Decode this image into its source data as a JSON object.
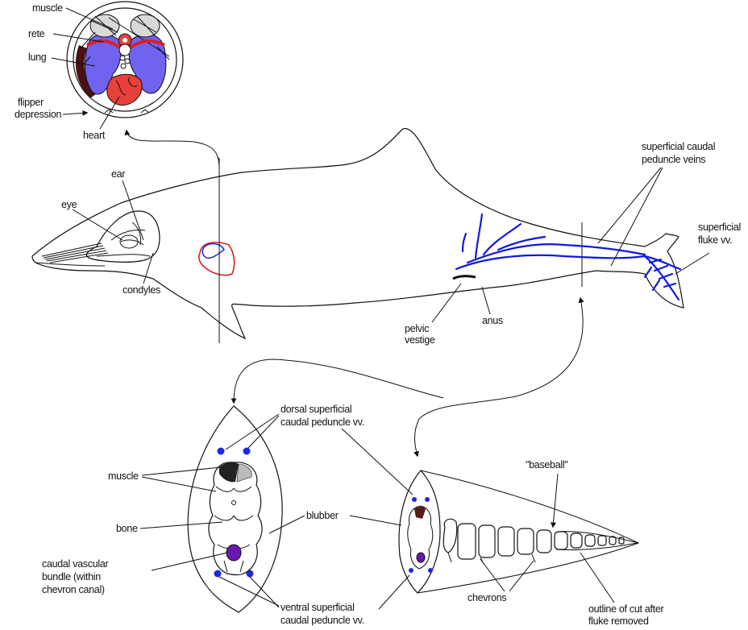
{
  "colors": {
    "vein": "#1018e0",
    "heart": "#e8403a",
    "lung": "#6f63f0",
    "rete": "#d82020",
    "muscle_dark": "#5a1a1a",
    "bundle": "#6b18b0"
  },
  "top_section": {
    "muscle": "muscle",
    "rete": "rete",
    "lung": "lung",
    "flipper_1": "flipper",
    "flipper_2": "depression",
    "heart": "heart"
  },
  "body": {
    "ear": "ear",
    "eye": "eye",
    "condyles": "condyles",
    "pelvic_1": "pelvic",
    "pelvic_2": "vestige",
    "anus": "anus",
    "scpv_1": "superficial caudal",
    "scpv_2": "peduncle veins",
    "sfv_1": "superficial",
    "sfv_2": "fluke vv."
  },
  "peduncle_section": {
    "dscpv_1": "dorsal superficial",
    "dscpv_2": "caudal peduncle vv.",
    "muscle": "muscle",
    "bone": "bone",
    "blubber": "blubber",
    "cvb_1": "caudal vascular",
    "cvb_2": "bundle (within",
    "cvb_3": "chevron canal)",
    "vscpv_1": "ventral superficial",
    "vscpv_2": "caudal peduncle vv."
  },
  "tail_section": {
    "baseball": "\"baseball\"",
    "chevrons": "chevrons",
    "outline_1": "outline of cut after",
    "outline_2": "fluke removed"
  }
}
